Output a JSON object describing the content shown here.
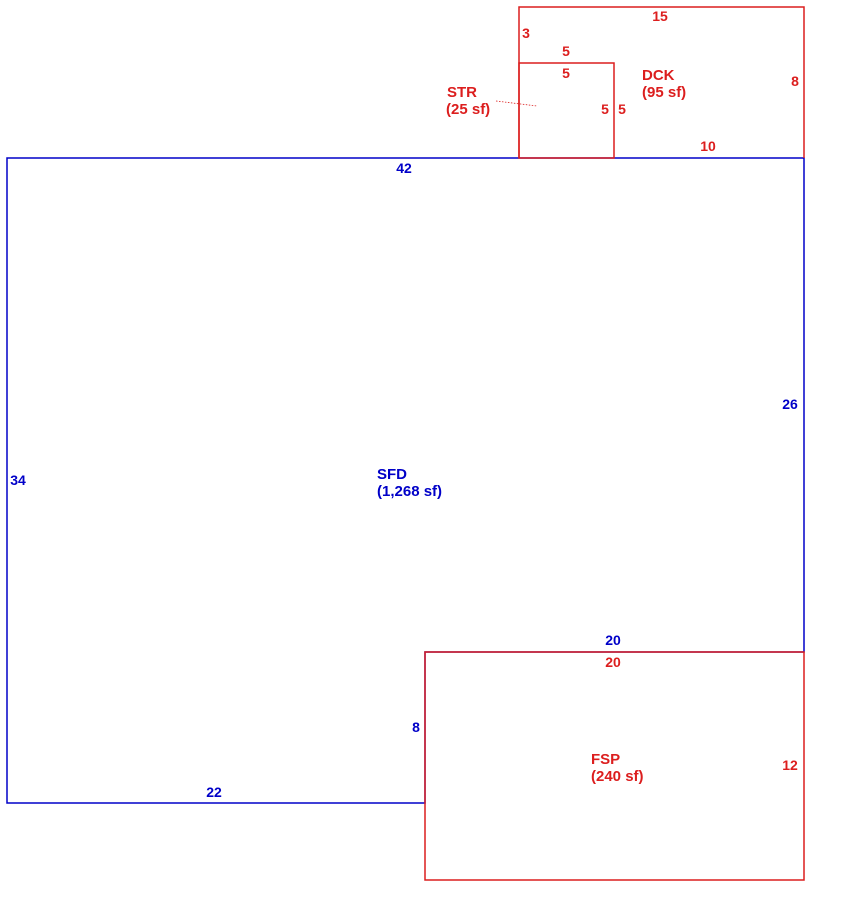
{
  "colors": {
    "main": "#0000c8",
    "addition": "#dc1e1e",
    "background": "#ffffff"
  },
  "areas": {
    "sfd": {
      "code": "SFD",
      "area": "(1,268 sf)"
    },
    "dck": {
      "code": "DCK",
      "area": "(95 sf)"
    },
    "str": {
      "code": "STR",
      "area": "(25 sf)"
    },
    "fsp": {
      "code": "FSP",
      "area": "(240 sf)"
    }
  },
  "dimensions": {
    "sfd": {
      "top": "42",
      "right": "26",
      "inner_top": "20",
      "inner_left": "8",
      "bottom": "22",
      "left": "34"
    },
    "dck": {
      "top": "15",
      "right": "8",
      "bottom": "10",
      "left": "3"
    },
    "str": {
      "top_outer": "5",
      "top_inner": "5",
      "right_inner": "5",
      "right_outer": "5"
    },
    "fsp": {
      "top": "20",
      "right": "12"
    }
  }
}
